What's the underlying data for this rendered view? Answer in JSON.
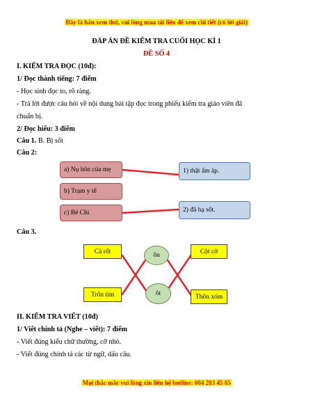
{
  "header_notice": "Đây là bản xem thử, vui lòng mua tài liệu để xem chi tiết (có lời giải)",
  "title": "ĐÁP ÁN ĐỀ KIỂM TRA CUỐI HỌC KÌ 1",
  "subtitle": "ĐỀ SỐ 4",
  "colors": {
    "notice_red": "#e60000",
    "highlight": "#ffff00",
    "subtitle_red": "#e60000",
    "line_red": "#e8202a"
  },
  "section1": {
    "heading": "I. KIỂM TRA ĐỌC (10đ):",
    "part1_heading": "1/ Đọc thành tiếng: 7 điểm",
    "part1_bullet1": "- Học sinh đọc to, rõ ràng.",
    "part1_bullet2_line1": "- Trả lời được câu hỏi về nội dung bài tập đọc trong phiếu kiểm tra giáo viên đã",
    "part1_bullet2_line2": "chuẩn bị.",
    "part2_heading": "2/ Đọc hiểu: 3 điểm",
    "q1_label": "Câu 1.",
    "q1_answer": "B. Bị sốt",
    "q2_label": "Câu 2:",
    "q2_left": [
      "a) Nụ hôn của mẹ",
      "b) Trạm y tế",
      "c) Bé Chi"
    ],
    "q2_right": [
      "1) thật ấm áp.",
      "2) đã hạ sốt."
    ],
    "q3_label": "Câu 3.",
    "q3_left": [
      "Cà rốt",
      "Trốn tìm"
    ],
    "q3_middle": [
      "ôn",
      "ôt"
    ],
    "q3_right": [
      "Cột cờ",
      "Thôn xóm"
    ]
  },
  "section2": {
    "heading": "II. KIỂM TRA VIẾT (10đ)",
    "part1_heading": "1/ Viết chính tả (Nghe – viết): 7 điểm",
    "bullet1": "- Viết đúng kiểu chữ thường, cỡ nhỏ.",
    "bullet2": "- Viết đúng chính tả các từ ngữ, dấu câu."
  },
  "footer_notice": "Mọi thắc mắc vui lòng xin liên hệ hotline: 084 283 45 85"
}
